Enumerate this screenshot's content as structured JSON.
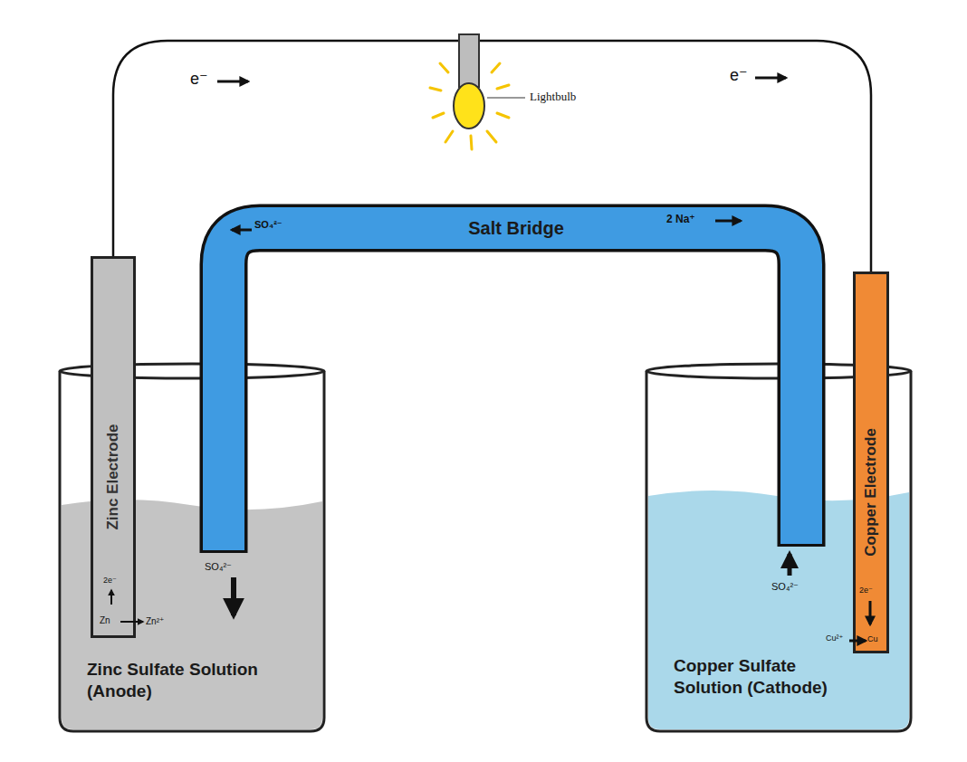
{
  "diagram": {
    "nodes": [
      {
        "text": [
          "Zinc Electrode"
        ]
      },
      {
        "text": [
          "Salt Bridge"
        ]
      },
      {
        "text": [
          "Copper Electrode"
        ]
      },
      {
        "text": [
          "Zinc Sulfate Solution (Anode)"
        ]
      },
      {
        "text": [
          "Copper Sulfate Solution (Cathode)"
        ]
      }
    ],
    "edges": [
      {
        "from": 0,
        "to": 2,
        "arrow": "none"
      }
    ],
    "labels": [
      "e⁻",
      "e⁻",
      "Lightbulb",
      "SO₄²⁻",
      "2 Na⁺",
      "SO₄²⁻",
      "SO₄²⁻",
      "2e⁻",
      "Zn",
      "Zn²⁺",
      "2e⁻",
      "Cu²⁺",
      "Cu"
    ]
  }
}
